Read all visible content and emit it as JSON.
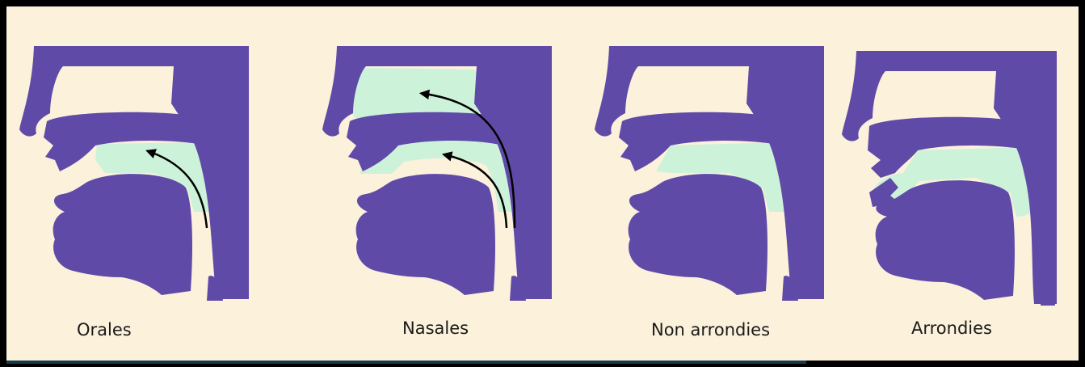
{
  "panels": [
    {
      "label": "Orales",
      "airflow": "oral"
    },
    {
      "label": "Nasales",
      "airflow": "nasal"
    },
    {
      "label": "Non arrondies",
      "airflow": "unrounded"
    },
    {
      "label": "Arrondies",
      "airflow": "rounded"
    }
  ],
  "colors": {
    "background": "#FCF1DB",
    "anatomy": "#5F4AA8",
    "air": "#CDF2DA",
    "arrow": "#000000",
    "frame": "#000000",
    "strip": "#163A4A"
  }
}
